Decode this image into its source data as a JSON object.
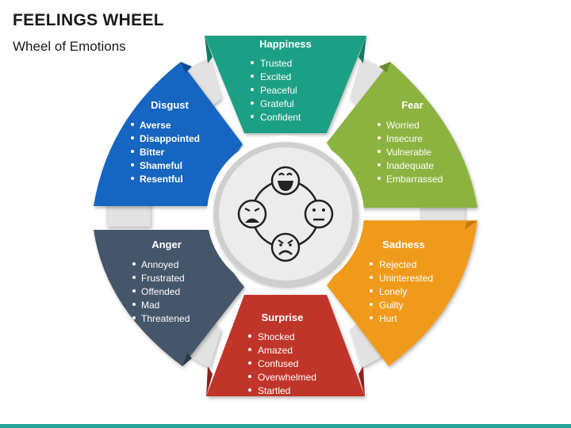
{
  "header": {
    "title": "FEELINGS WHEEL",
    "subtitle": "Wheel of Emotions"
  },
  "segments": [
    {
      "key": "happiness",
      "title": "Happiness",
      "color": "#1fa085",
      "items": [
        "Trusted",
        "Excited",
        "Peaceful",
        "Grateful",
        "Confident"
      ]
    },
    {
      "key": "fear",
      "title": "Fear",
      "color": "#8cb340",
      "items": [
        "Worried",
        "Insecure",
        "Vulnerable",
        "Inadequate",
        "Embarrassed"
      ]
    },
    {
      "key": "sadness",
      "title": "Sadness",
      "color": "#f09a1e",
      "items": [
        "Rejected",
        "Uninterested",
        "Lonely",
        "Guilty",
        "Hurt"
      ]
    },
    {
      "key": "surprise",
      "title": "Surprise",
      "color": "#c0362c",
      "items": [
        "Shocked",
        "Amazed",
        "Confused",
        "Overwhelmed",
        "Startled"
      ]
    },
    {
      "key": "anger",
      "title": "Anger",
      "color": "#45546a",
      "items": [
        "Annoyed",
        "Frustrated",
        "Offended",
        "Mad",
        "Threatened"
      ]
    },
    {
      "key": "disgust",
      "title": "Disgust",
      "color": "#1565c0",
      "items": [
        "Averse",
        "Disappointed",
        "Bitter",
        "Shameful",
        "Resentful"
      ]
    }
  ],
  "center": {
    "icons": [
      "happy-face-icon",
      "neutral-face-icon",
      "angry-face-icon",
      "sad-face-icon"
    ]
  },
  "colors": {
    "gray_block": "#e2e2e2",
    "center_ring": "#cfcfcf",
    "center_fill": "#ececec",
    "icon_stroke": "#222222",
    "footer": "#26a69a"
  }
}
